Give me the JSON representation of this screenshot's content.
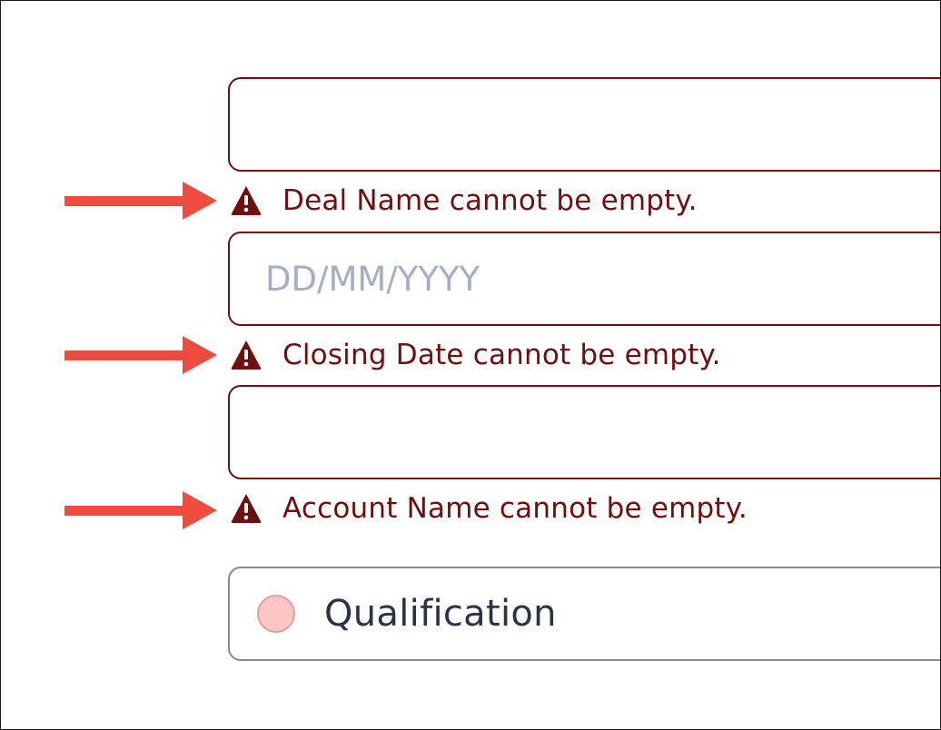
{
  "form": {
    "deal_name": {
      "value": "",
      "placeholder": ""
    },
    "deal_name_error": "Deal Name cannot be empty.",
    "closing_date": {
      "value": "",
      "placeholder": "DD/MM/YYYY"
    },
    "closing_date_error": "Closing Date cannot be empty.",
    "account_name": {
      "value": "",
      "placeholder": ""
    },
    "account_name_error": "Account Name cannot be empty.",
    "stage": {
      "label": "Qualification",
      "dot_color": "#ffc4c4"
    }
  },
  "colors": {
    "error": "#6b0f0f",
    "annotation_arrow": "#ef4b3f",
    "placeholder": "#a5afbf",
    "stage_border": "#8a8a8a"
  },
  "icons": {
    "error_icon": "warning-triangle-icon",
    "annotation": "arrow-right-icon"
  }
}
